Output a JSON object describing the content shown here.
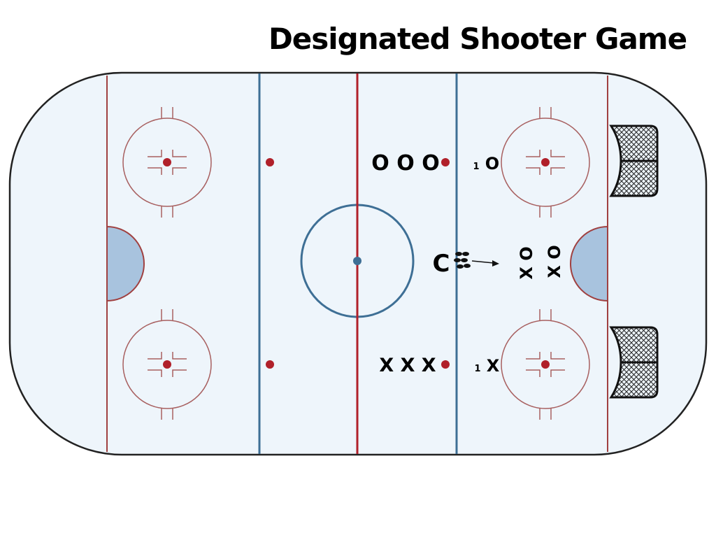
{
  "title": "Designated Shooter Game",
  "colors": {
    "ice": "#eef5fb",
    "boards": "#222222",
    "red_line": "#b0202a",
    "blue_line": "#3e6f95",
    "faceoff": "#a86060",
    "crease": "#a8c3de",
    "net": "#111111"
  },
  "players": {
    "top_group": "O O O",
    "top_number": "1",
    "top_player": "O",
    "bottom_group": "X X X",
    "bottom_number": "1",
    "bottom_player": "X",
    "coach": "C",
    "right_col_1": "X O",
    "right_col_2": "X O"
  },
  "icons": {
    "pucks": "puck-stack-icon",
    "arrow": "pass-arrow-icon",
    "nets": "net-icon"
  }
}
